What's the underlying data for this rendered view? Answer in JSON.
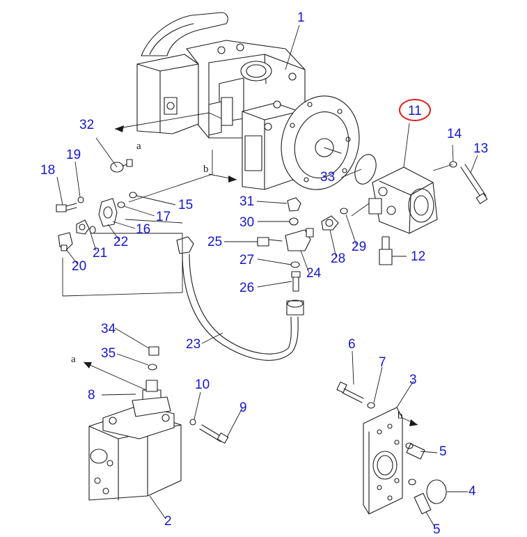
{
  "highlight_color": "#e02020",
  "label_color": "#1616c8",
  "highlighted_part": "11",
  "parts": [
    {
      "id": "p1",
      "label": "1"
    },
    {
      "id": "p2",
      "label": "2"
    },
    {
      "id": "p3",
      "label": "3"
    },
    {
      "id": "p4",
      "label": "4"
    },
    {
      "id": "p5a",
      "label": "5"
    },
    {
      "id": "p5b",
      "label": "5"
    },
    {
      "id": "p6",
      "label": "6"
    },
    {
      "id": "p7",
      "label": "7"
    },
    {
      "id": "p8",
      "label": "8"
    },
    {
      "id": "p9",
      "label": "9"
    },
    {
      "id": "p10",
      "label": "10"
    },
    {
      "id": "p11",
      "label": "11"
    },
    {
      "id": "p12",
      "label": "12"
    },
    {
      "id": "p13",
      "label": "13"
    },
    {
      "id": "p14",
      "label": "14"
    },
    {
      "id": "p15",
      "label": "15"
    },
    {
      "id": "p16",
      "label": "16"
    },
    {
      "id": "p17",
      "label": "17"
    },
    {
      "id": "p18",
      "label": "18"
    },
    {
      "id": "p19",
      "label": "19"
    },
    {
      "id": "p20",
      "label": "20"
    },
    {
      "id": "p21",
      "label": "21"
    },
    {
      "id": "p22",
      "label": "22"
    },
    {
      "id": "p23",
      "label": "23"
    },
    {
      "id": "p24",
      "label": "24"
    },
    {
      "id": "p25",
      "label": "25"
    },
    {
      "id": "p26",
      "label": "26"
    },
    {
      "id": "p27",
      "label": "27"
    },
    {
      "id": "p28",
      "label": "28"
    },
    {
      "id": "p29",
      "label": "29"
    },
    {
      "id": "p30",
      "label": "30"
    },
    {
      "id": "p31",
      "label": "31"
    },
    {
      "id": "p32",
      "label": "32"
    },
    {
      "id": "p33",
      "label": "33"
    },
    {
      "id": "p34",
      "label": "34"
    },
    {
      "id": "p35",
      "label": "35"
    }
  ],
  "reference_letters": [
    {
      "id": "ref-a1",
      "letter": "a"
    },
    {
      "id": "ref-a2",
      "letter": "a"
    },
    {
      "id": "ref-b1",
      "letter": "b"
    },
    {
      "id": "ref-b2",
      "letter": "b"
    }
  ]
}
